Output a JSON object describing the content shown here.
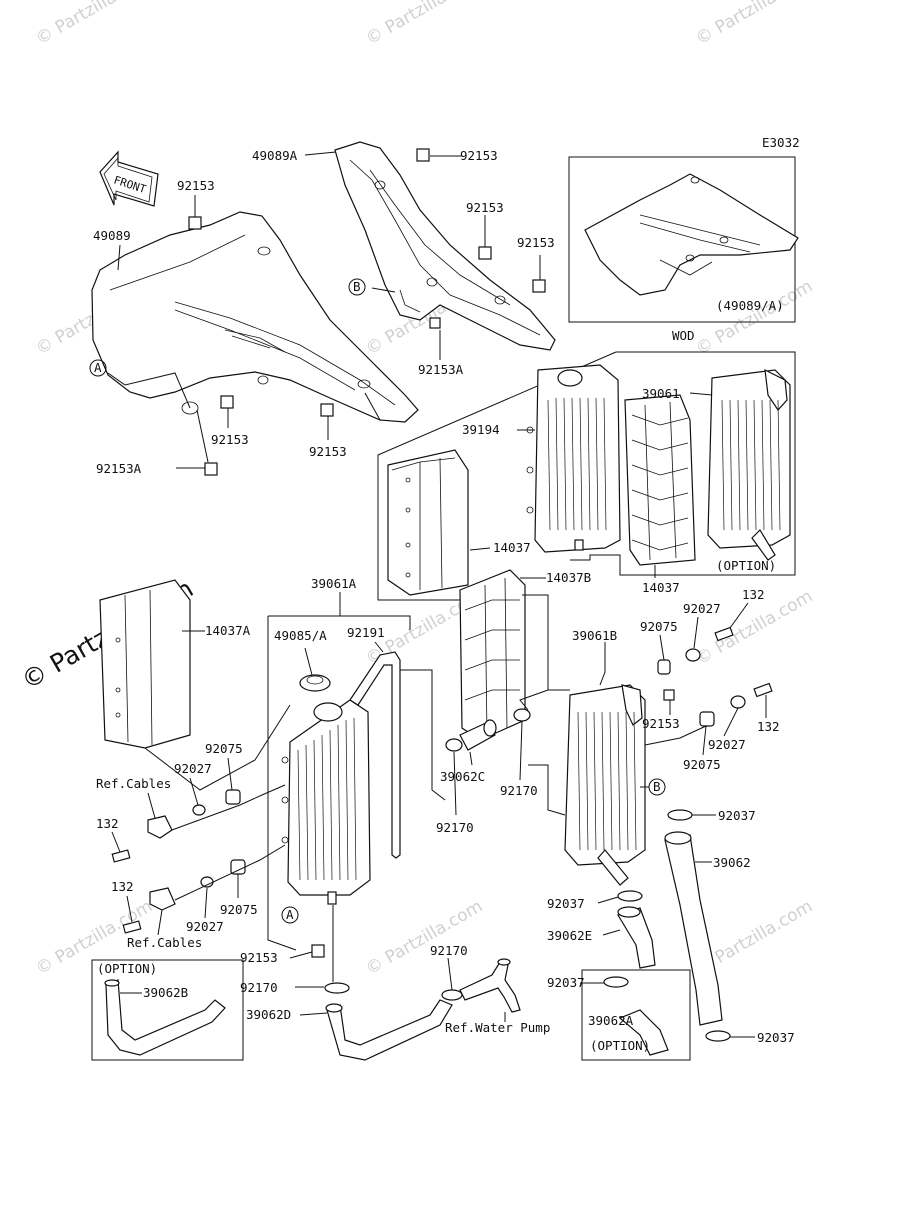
{
  "diagram": {
    "code": "E3032",
    "front_label": "FRONT",
    "big_watermark": "© Partzilla.com",
    "watermark": "© Partzilla.com",
    "labels": {
      "p49089A": "49089A",
      "p92153_a": "92153",
      "p92153_b": "92153",
      "p92153_c": "92153",
      "p92153_d": "92153",
      "p92153_e": "92153",
      "p92153_f": "92153",
      "p92153_g": "92153",
      "p92153A_a": "92153A",
      "p92153A_b": "92153A",
      "p49089": "49089",
      "p39061": "39061",
      "p39194": "39194",
      "p14037_a": "14037",
      "p14037_b": "14037",
      "p14037A": "14037A",
      "p14037B": "14037B",
      "p39061A": "39061A",
      "p49085A": "49085/A",
      "p92191": "92191",
      "p39061B": "39061B",
      "p92027_a": "92027",
      "p92027_b": "92027",
      "p92027_c": "92027",
      "p92027_d": "92027",
      "p132_a": "132",
      "p132_b": "132",
      "p132_c": "132",
      "p132_d": "132",
      "p92075_a": "92075",
      "p92075_b": "92075",
      "p92075_c": "92075",
      "p92075_d": "92075",
      "p92170_a": "92170",
      "p92170_b": "92170",
      "p92170_c": "92170",
      "p92170_d": "92170",
      "p39062C": "39062C",
      "p92037_a": "92037",
      "p92037_b": "92037",
      "p92037_c": "92037",
      "p92037_d": "92037",
      "p39062": "39062",
      "p39062E": "39062E",
      "p39062A": "39062A",
      "p39062B": "39062B",
      "p39062D": "39062D",
      "ref_cables_a": "Ref.Cables",
      "ref_cables_b": "Ref.Cables",
      "ref_water_pump": "Ref.Water Pump",
      "option_a": "(OPTION)",
      "option_b": "(OPTION)",
      "option_c": "(OPTION)",
      "wod_ref": "(49089/A)",
      "wod": "WOD",
      "marker_a": "A",
      "marker_b": "B"
    }
  }
}
